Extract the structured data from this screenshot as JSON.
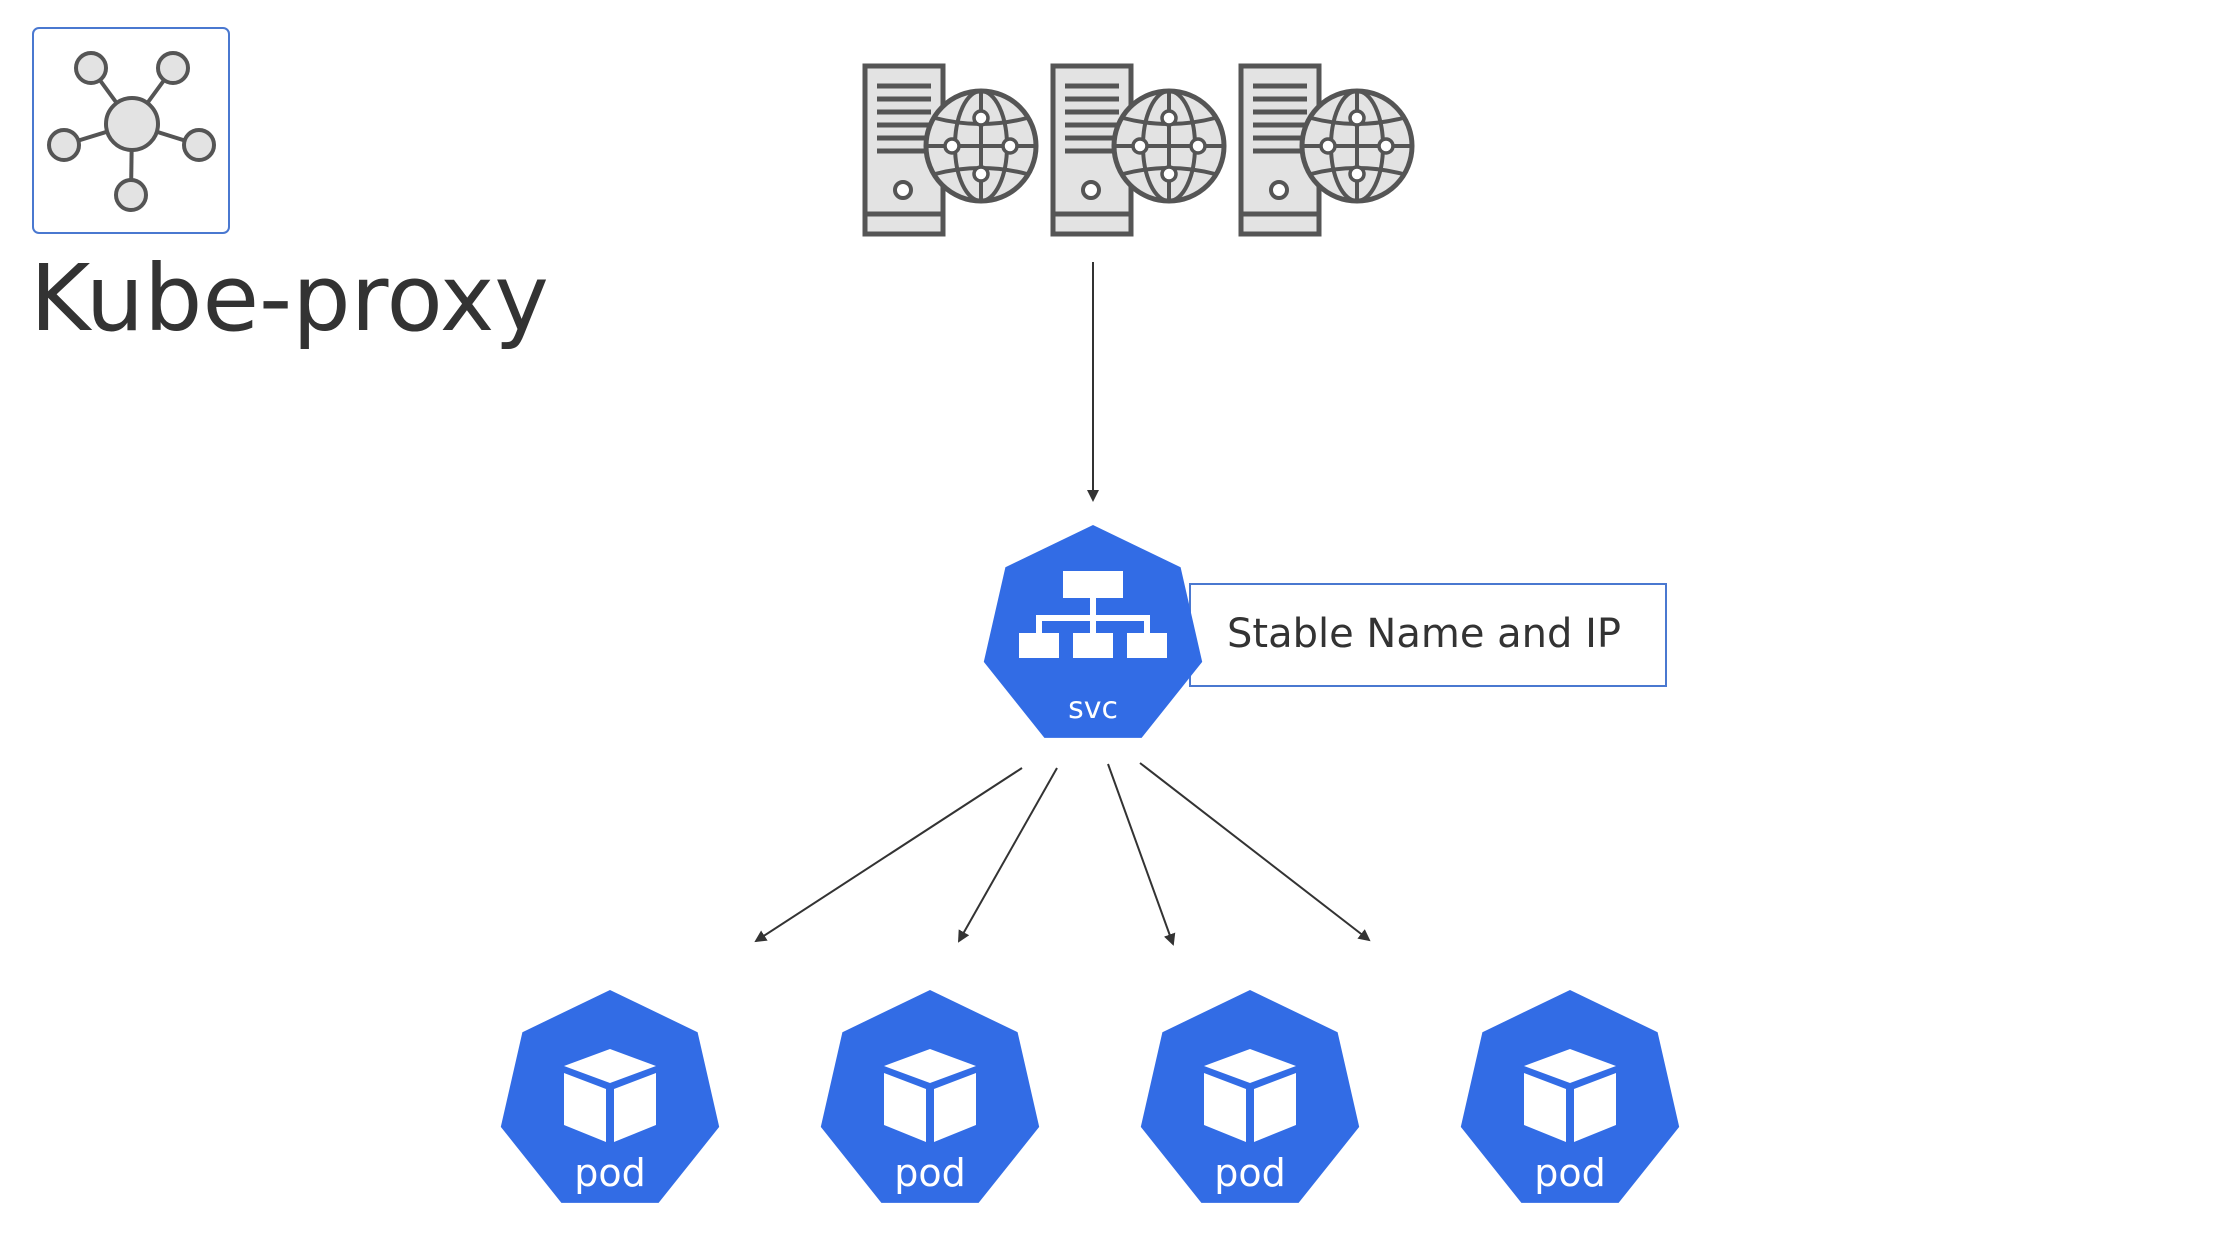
{
  "header": {
    "title": "Kube-proxy",
    "icon": "network-hub-icon"
  },
  "servers": {
    "count": 3,
    "icon": "web-server-globe-icon"
  },
  "service": {
    "label": "svc",
    "icon": "service-hierarchy-icon",
    "callout": "Stable Name and IP"
  },
  "pods": [
    {
      "label": "pod",
      "icon": "cube-icon"
    },
    {
      "label": "pod",
      "icon": "cube-icon"
    },
    {
      "label": "pod",
      "icon": "cube-icon"
    },
    {
      "label": "pod",
      "icon": "cube-icon"
    }
  ],
  "colors": {
    "kubernetes_blue": "#326ce5",
    "text_dark": "#333333",
    "icon_gray": "#555555",
    "icon_fill": "#e3e3e3",
    "callout_border": "#4a78d0",
    "arrow": "#333333"
  }
}
